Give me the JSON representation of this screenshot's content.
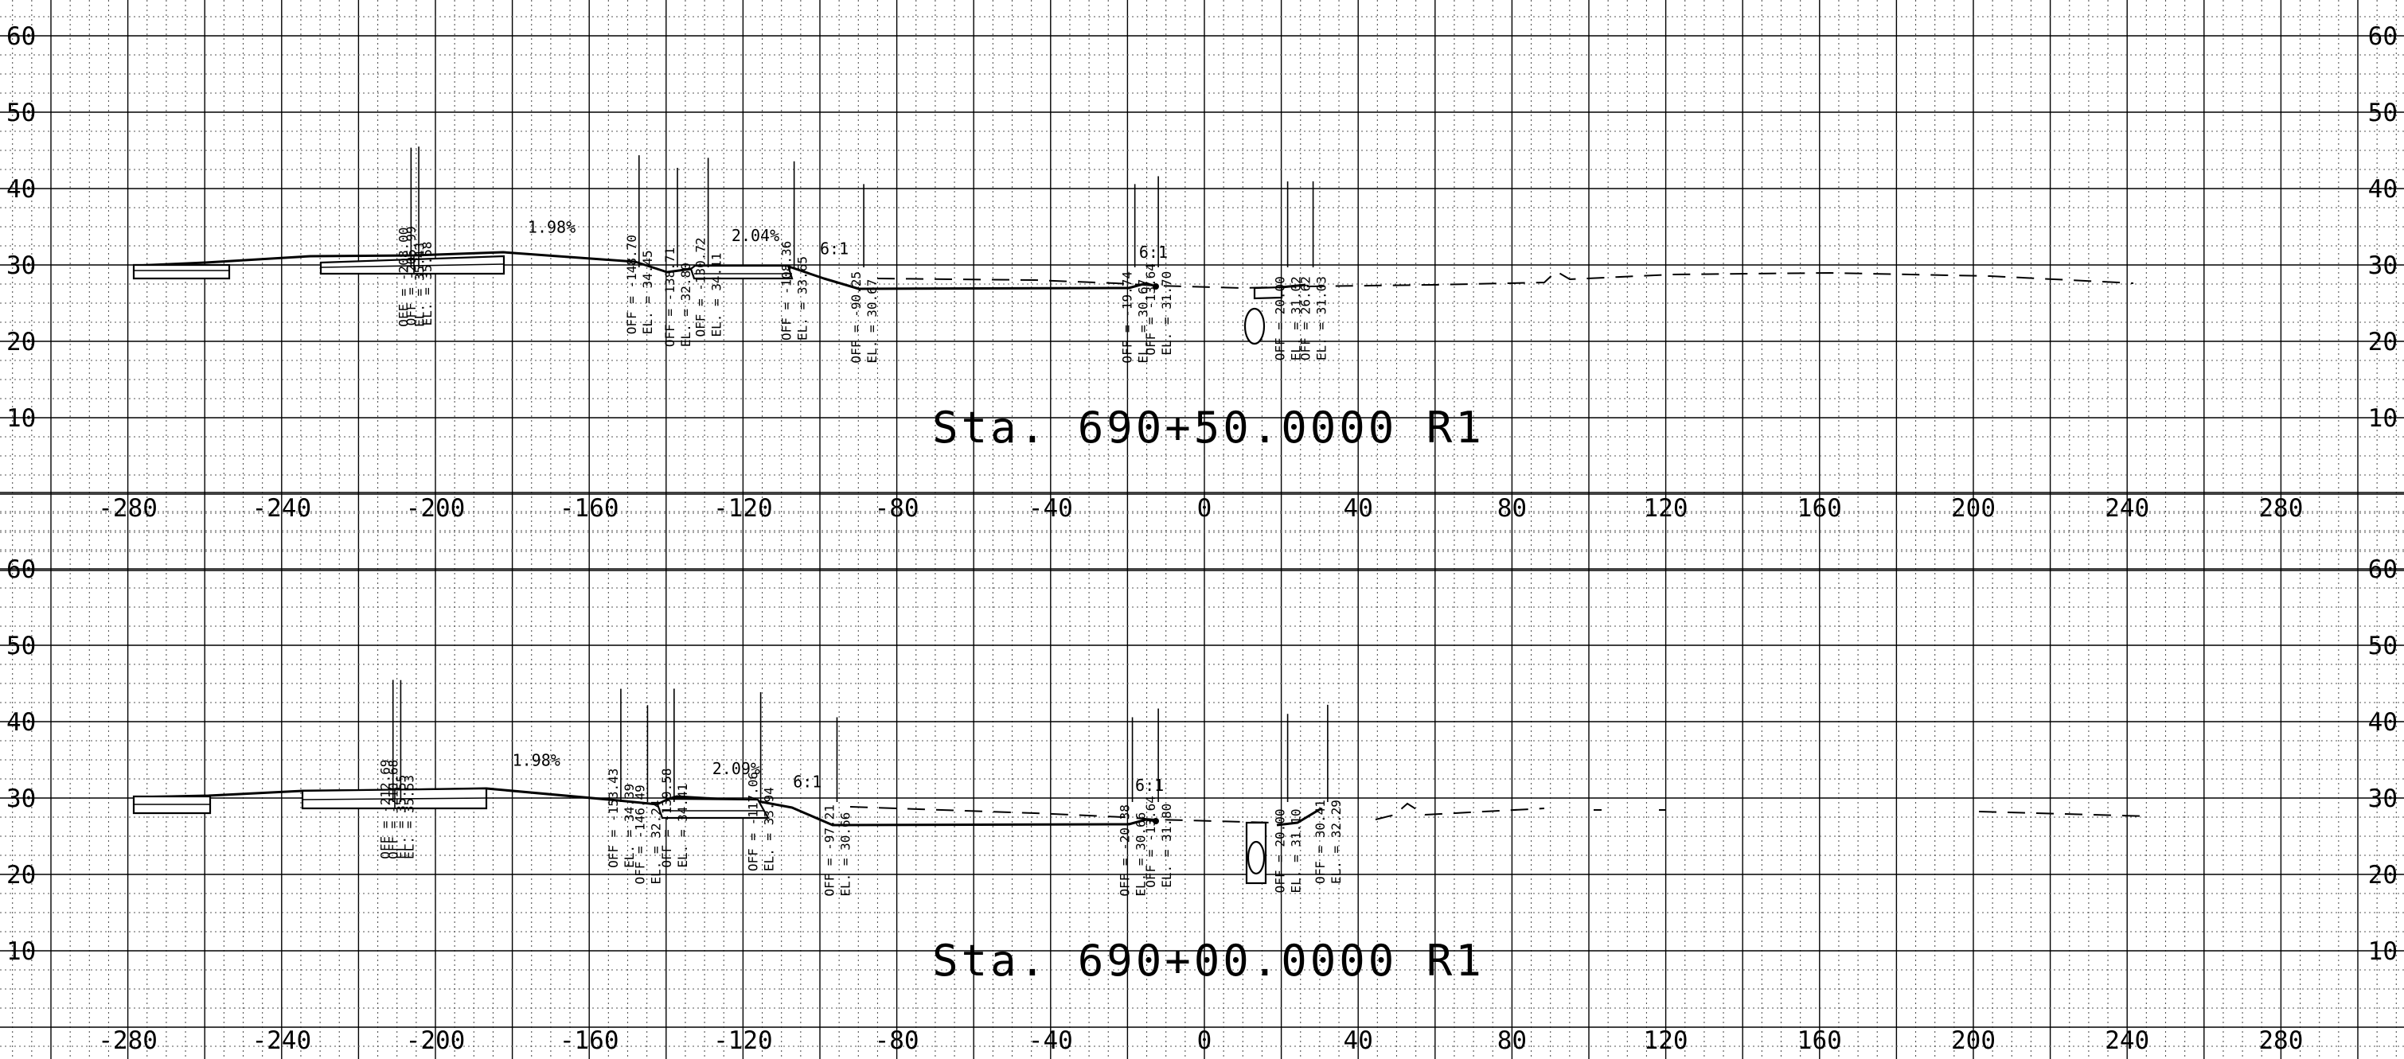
{
  "sheet": {
    "y_axis_labels": [
      "60",
      "50",
      "40",
      "30",
      "20",
      "10"
    ],
    "x_axis_labels": [
      "-280",
      "-240",
      "-200",
      "-160",
      "-120",
      "-80",
      "-40",
      "0",
      "40",
      "80",
      "120",
      "160",
      "200",
      "240",
      "280"
    ]
  },
  "sections": [
    {
      "station_label": "Sta. 690+50.0000 R1",
      "slopes": [
        {
          "text": "1.98%",
          "off": -176,
          "el": 33.6
        },
        {
          "text": "2.04%",
          "off": -123,
          "el": 32.5
        },
        {
          "text": "6:1",
          "off": -100,
          "el": 30.8
        },
        {
          "text": "6:1",
          "off": -17,
          "el": 30.3
        }
      ],
      "annotations": [
        {
          "off": "-208.00",
          "el": "35.43"
        },
        {
          "off": "-205.99",
          "el": "35.58"
        },
        {
          "off": "-148.70",
          "el": "34.45"
        },
        {
          "off": "-138.71",
          "el": "32.80"
        },
        {
          "off": "-130.72",
          "el": "34.11"
        },
        {
          "off": "-108.36",
          "el": "33.65"
        },
        {
          "off": "-90.25",
          "el": "30.67"
        },
        {
          "off": "-19.74",
          "el": "30.67"
        },
        {
          "off": "-13.64",
          "el": "31.70"
        },
        {
          "off": "20.00",
          "el": "31.02"
        },
        {
          "off": "26.62",
          "el": "31.03"
        }
      ]
    },
    {
      "station_label": "Sta. 690+00.0000 R1",
      "slopes": [
        {
          "text": "1.98%",
          "off": -180,
          "el": 33.6
        },
        {
          "text": "2.09%",
          "off": -128,
          "el": 32.5
        },
        {
          "text": "6:1",
          "off": -107,
          "el": 30.8
        },
        {
          "text": "6:1",
          "off": -18,
          "el": 30.3
        }
      ],
      "annotations": [
        {
          "off": "-212.69",
          "el": "35.55"
        },
        {
          "off": "-210.68",
          "el": "35.53"
        },
        {
          "off": "-153.43",
          "el": "34.39"
        },
        {
          "off": "-146.49",
          "el": "32.24"
        },
        {
          "off": "-139.58",
          "el": "34.41"
        },
        {
          "off": "-117.06",
          "el": "33.94"
        },
        {
          "off": "-97.21",
          "el": "30.66"
        },
        {
          "off": "-20.38",
          "el": "30.66"
        },
        {
          "off": "-13.64",
          "el": "31.80"
        },
        {
          "off": "20.00",
          "el": "31.10"
        },
        {
          "off": "30.41",
          "el": "32.29"
        }
      ]
    }
  ]
}
